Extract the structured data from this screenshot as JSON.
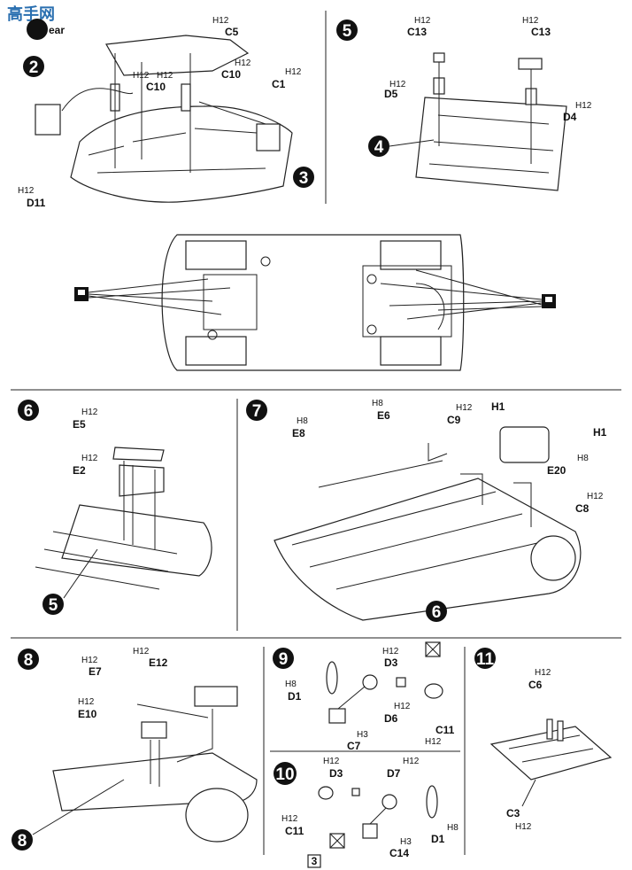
{
  "watermark": "高手网",
  "page_number": "3",
  "step1": {
    "title_fragment": "ear"
  },
  "step2": {
    "number": "2"
  },
  "step3": {
    "number": "3"
  },
  "step4": {
    "number": "4"
  },
  "step5": {
    "number": "5"
  },
  "step6": {
    "number": "6"
  },
  "step7": {
    "number": "7"
  },
  "step8": {
    "number": "8"
  },
  "step9": {
    "number": "9"
  },
  "step10": {
    "number": "10"
  },
  "step11": {
    "number": "11"
  },
  "h12": "H12",
  "h8": "H8",
  "h3": "H3",
  "parts": {
    "c5": "C5",
    "c10": "C10",
    "c1": "C1",
    "d11": "D11",
    "c13": "C13",
    "d5": "D5",
    "d4": "D4",
    "e5": "E5",
    "e2": "E2",
    "e8": "E8",
    "e6": "E6",
    "c9": "C9",
    "h1": "H1",
    "e20": "E20",
    "c8": "C8",
    "e7": "E7",
    "e12": "E12",
    "e10": "E10",
    "d3": "D3",
    "d1": "D1",
    "d6": "D6",
    "c11": "C11",
    "c7": "C7",
    "d7": "D7",
    "c14": "C14",
    "c6": "C6",
    "c3": "C3"
  }
}
